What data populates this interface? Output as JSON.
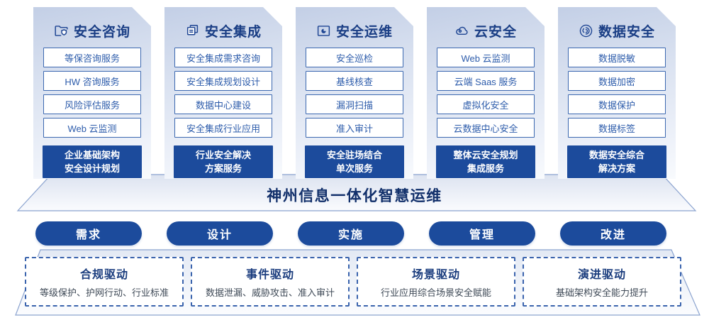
{
  "columns": [
    {
      "icon": "folder-shield-icon",
      "title": "安全咨询",
      "items": [
        "等保咨询服务",
        "HW 咨询服务",
        "风险评估服务",
        "Web 云监测"
      ],
      "highlight": [
        "企业基础架构",
        "安全设计规划"
      ]
    },
    {
      "icon": "documents-icon",
      "title": "安全集成",
      "items": [
        "安全集成需求咨询",
        "安全集成规划设计",
        "数据中心建设",
        "安全集成行业应用"
      ],
      "highlight": [
        "行业安全解决",
        "方案服务"
      ]
    },
    {
      "icon": "chart-box-icon",
      "title": "安全运维",
      "items": [
        "安全巡检",
        "基线核查",
        "漏洞扫描",
        "准入审计"
      ],
      "highlight": [
        "安全驻场结合",
        "单次服务"
      ]
    },
    {
      "icon": "cloud-icon",
      "title": "云安全",
      "items": [
        "Web 云监测",
        "云端 Saas 服务",
        "虚拟化安全",
        "云数据中心安全"
      ],
      "highlight": [
        "整体云安全规划",
        "集成服务"
      ]
    },
    {
      "icon": "fingerprint-icon",
      "title": "数据安全",
      "items": [
        "数据脱敏",
        "数据加密",
        "数据保护",
        "数据标签"
      ],
      "highlight": [
        "数据安全综合",
        "解决方案"
      ]
    }
  ],
  "banner": {
    "title": "神州信息一体化智慧运维"
  },
  "phases": [
    "需求",
    "设计",
    "实施",
    "管理",
    "改进"
  ],
  "drivers": [
    {
      "title": "合规驱动",
      "desc": "等级保护、护网行动、行业标准"
    },
    {
      "title": "事件驱动",
      "desc": "数据泄漏、威胁攻击、准入审计"
    },
    {
      "title": "场景驱动",
      "desc": "行业应用综合场景安全赋能"
    },
    {
      "title": "演进驱动",
      "desc": "基础架构安全能力提升"
    }
  ],
  "colors": {
    "primary": "#1c4b9c",
    "card_title_text": "#1a3e85",
    "item_border": "#3c68b0",
    "item_text": "#2d5cab",
    "banner_text": "#12306b",
    "driver_desc_text": "#3f4a57"
  }
}
